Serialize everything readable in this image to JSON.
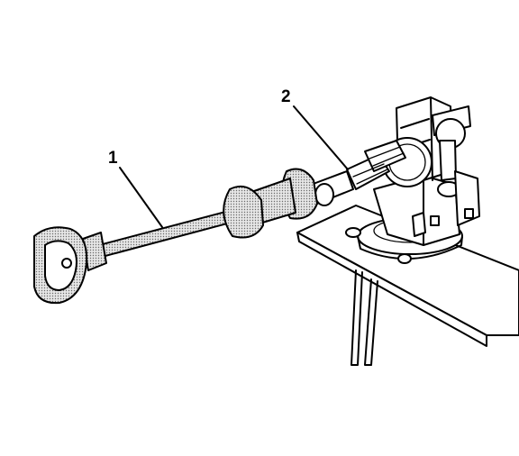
{
  "callouts": [
    {
      "id": "1",
      "label": "1"
    },
    {
      "id": "2",
      "label": "2"
    }
  ],
  "colors": {
    "ink": "#000000",
    "shade": "#cfcfcf",
    "background": "#ffffff"
  }
}
